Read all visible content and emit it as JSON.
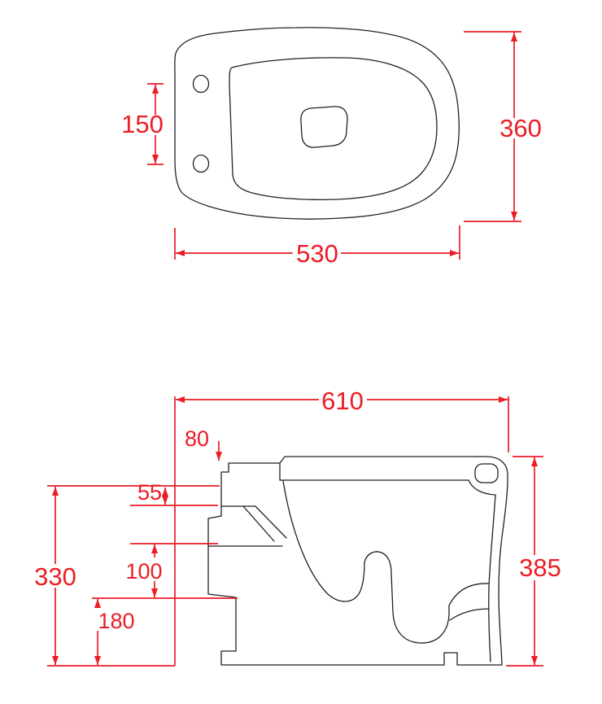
{
  "page": {
    "background": "#ffffff",
    "kind": "technical-dimension-drawing"
  },
  "drawing": {
    "colors": {
      "dimension": "#ec1c24",
      "outline": "#231f20"
    },
    "views": {
      "top": {
        "dims": {
          "fixing_hole_spacing": "150",
          "overall_width": "360",
          "overall_length": "530"
        }
      },
      "side": {
        "dims": {
          "overall_depth": "610",
          "rear_gap": "80",
          "rim_drop": "55",
          "mid_offset": "100",
          "rear_ledge_height": "330",
          "outlet_height": "180",
          "overall_height": "385"
        }
      }
    }
  }
}
